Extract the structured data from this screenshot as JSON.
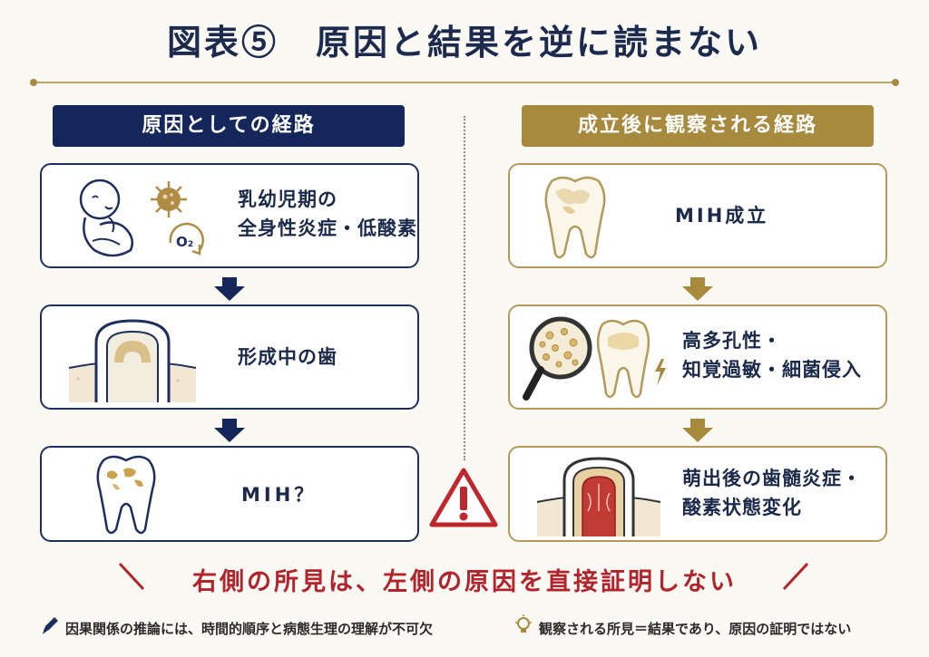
{
  "title": "図表⑤　原因と結果を逆に読まない",
  "left": {
    "header": "原因としての経路",
    "steps": [
      {
        "text_line1": "乳幼児期の",
        "text_line2": "全身性炎症・低酸素",
        "icon_label": "O₂"
      },
      {
        "text": "形成中の歯"
      },
      {
        "text": "MIH？"
      }
    ]
  },
  "right": {
    "header": "成立後に観察される経路",
    "steps": [
      {
        "text": "MIH成立"
      },
      {
        "text_line1": "高多孔性・",
        "text_line2": "知覚過敏・細菌侵入"
      },
      {
        "text_line1": "萌出後の歯髄炎症・",
        "text_line2": "酸素状態変化"
      }
    ]
  },
  "conclusion": "右側の所見は、左側の原因を直接証明しない",
  "footnotes": {
    "left": "因果関係の推論には、時間的順序と病態生理の理解が不可欠",
    "right": "観察される所見＝結果であり、原因の証明ではない"
  },
  "colors": {
    "navy": "#15275a",
    "gold": "#a88a3e",
    "red": "#b3232c",
    "background": "#fbf9f4"
  },
  "icons": [
    "infant-icon",
    "virus-icon",
    "oxygen-cycle-icon",
    "developing-tooth-icon",
    "mih-tooth-icon",
    "magnifier-icon",
    "lightning-icon",
    "inflamed-tooth-icon",
    "warning-icon",
    "pencil-icon",
    "lightbulb-icon"
  ]
}
